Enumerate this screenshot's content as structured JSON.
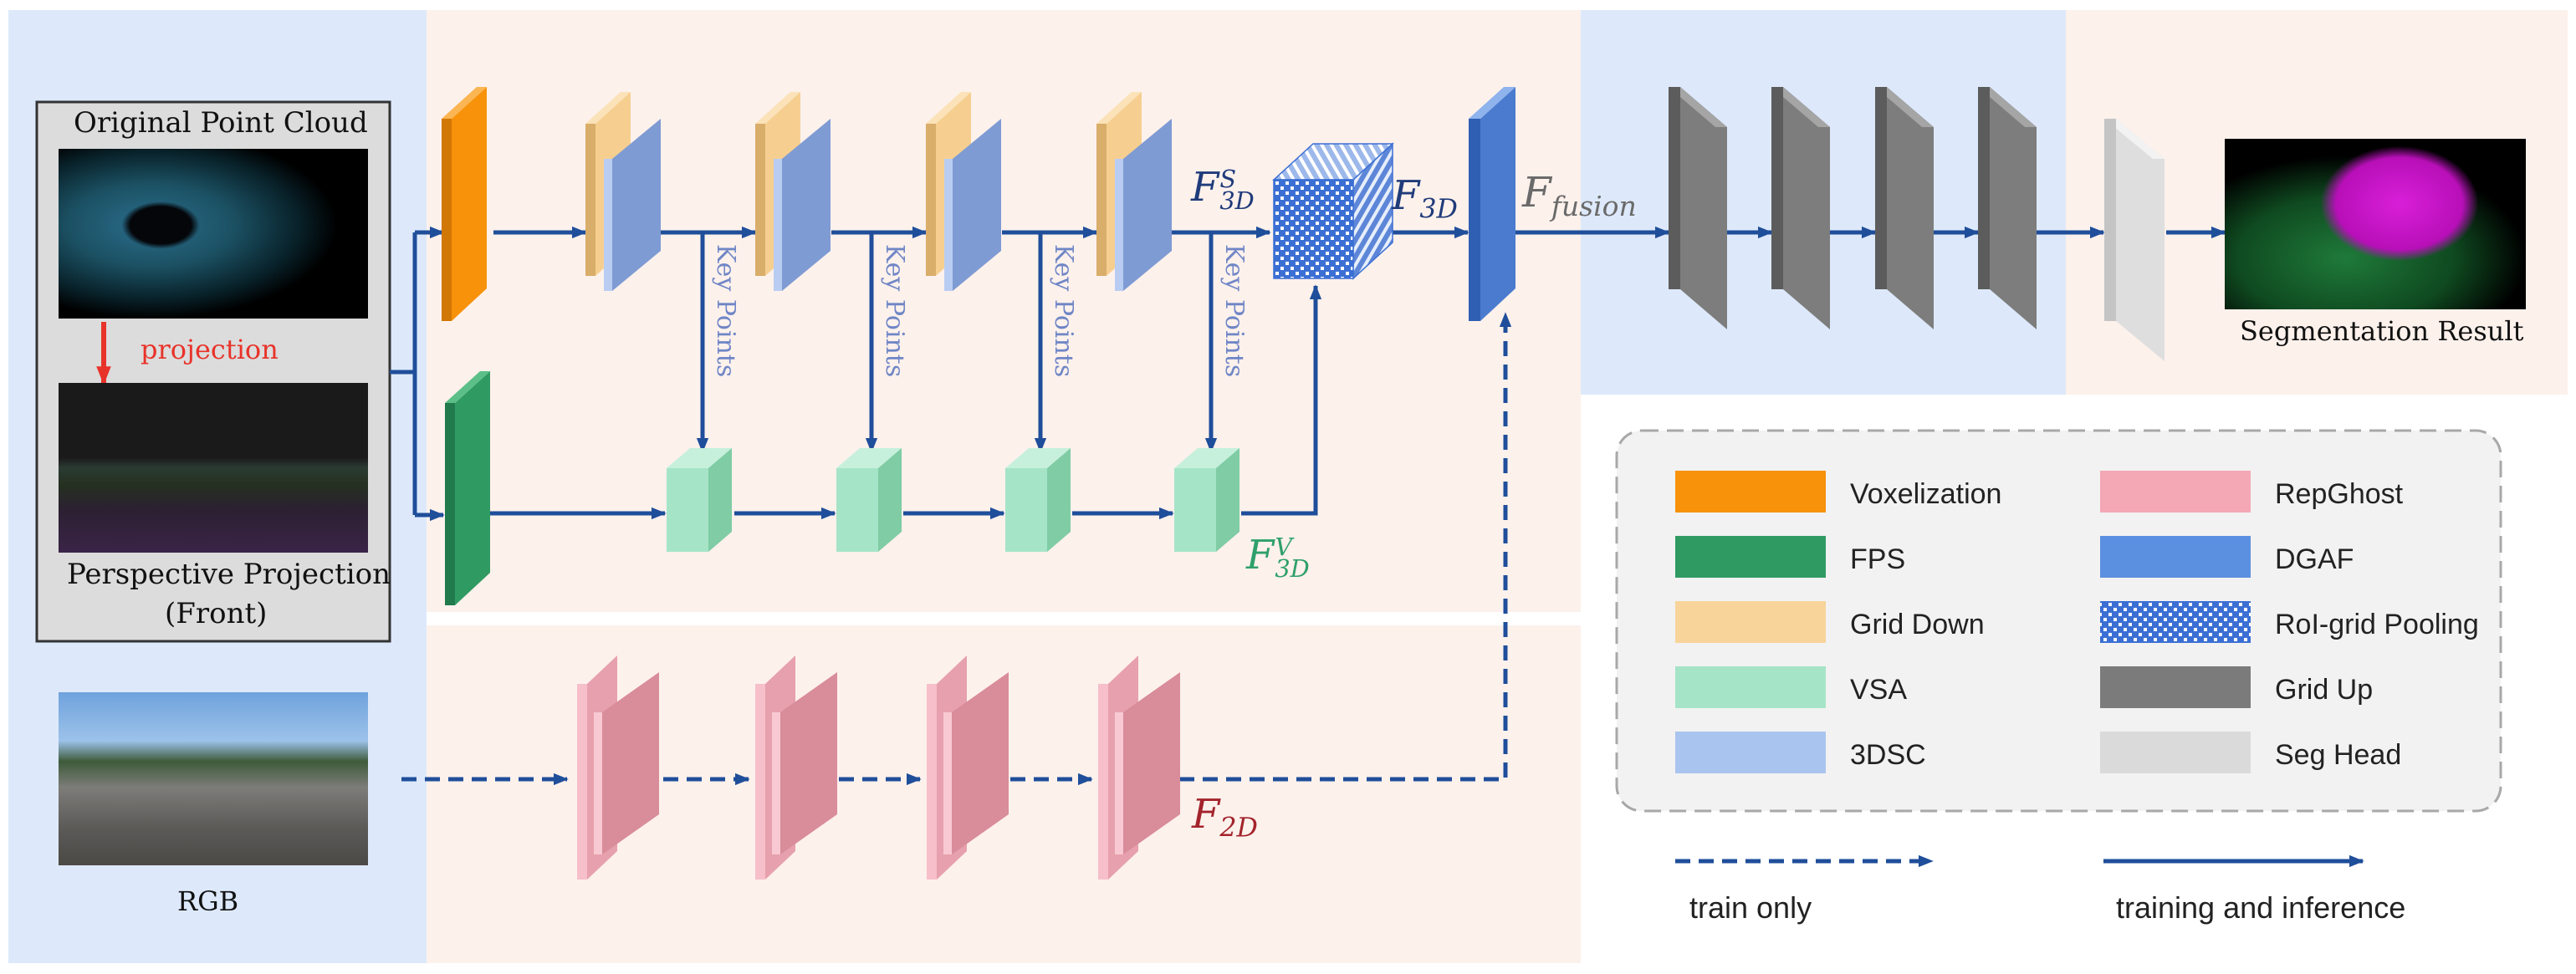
{
  "inputs": {
    "point_cloud_title": "Original Point Cloud",
    "projection_label": "projection",
    "perspective_line1": "Perspective Projection",
    "perspective_line2": "(Front)",
    "rgb_label": "RGB"
  },
  "flow": {
    "key_points_label": "Key Points",
    "f3d_s": {
      "base": "F",
      "sub": "3D",
      "sup": "S"
    },
    "f3d": {
      "base": "F",
      "sub": "3D"
    },
    "f_fusion": {
      "base": "F",
      "sub": "fusion"
    },
    "f3d_v": {
      "base": "F",
      "sub": "3D",
      "sup": "V"
    },
    "f2d": {
      "base": "F",
      "sub": "2D"
    }
  },
  "output": {
    "segmentation_label": "Segmentation Result"
  },
  "legend": {
    "items": [
      {
        "label": "Voxelization",
        "color": "#f7920a"
      },
      {
        "label": "FPS",
        "color": "#2f9b62"
      },
      {
        "label": "Grid Down",
        "color": "#f8d49a"
      },
      {
        "label": "VSA",
        "color": "#a6e4c8"
      },
      {
        "label": "3DSC",
        "color": "#a9c4ee"
      },
      {
        "label": "RepGhost",
        "color": "#f4a7b5"
      },
      {
        "label": "DGAF",
        "color": "#5b8fe0"
      },
      {
        "label": "RoI-grid Pooling",
        "color": "#3b6fd4"
      },
      {
        "label": "Grid Up",
        "color": "#7b7b7b"
      },
      {
        "label": "Seg Head",
        "color": "#dadada"
      }
    ],
    "train_only_label": "train only",
    "training_inference_label": "training and inference"
  },
  "colors": {
    "arrow": "#1f4e9a",
    "panel_blue": "#dde9fb",
    "panel_pink": "#fdf1ec",
    "projection_red": "#e8332a",
    "f3d_v_green": "#2ea06a",
    "f2d_red": "#a3232b",
    "f_fusion_gray": "#6a6a6a"
  }
}
